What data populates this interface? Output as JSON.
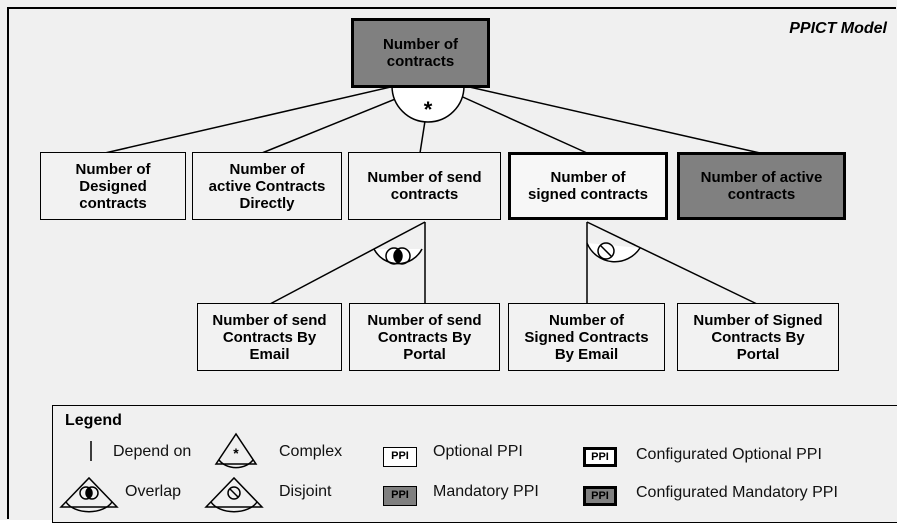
{
  "model_title": "PPICT Model",
  "root": {
    "label": "Number of\ncontracts",
    "kind": "configured-mandatory"
  },
  "root_operator": "*",
  "level1": [
    {
      "label": "Number of\nDesigned\ncontracts",
      "kind": "optional"
    },
    {
      "label": "Number of\nactive Contracts\nDirectly",
      "kind": "optional"
    },
    {
      "label": "Number of send\ncontracts",
      "kind": "optional"
    },
    {
      "label": "Number of\nsigned contracts",
      "kind": "configured"
    },
    {
      "label": "Number of active\ncontracts",
      "kind": "configured-mandatory"
    }
  ],
  "level2": [
    {
      "label": "Number of send\nContracts By\nEmail",
      "kind": "optional"
    },
    {
      "label": "Number of send\nContracts By\nPortal",
      "kind": "optional"
    },
    {
      "label": "Number of\nSigned Contracts\nBy Email",
      "kind": "optional"
    },
    {
      "label": "Number of Signed\nContracts By\nPortal",
      "kind": "optional"
    }
  ],
  "legend": {
    "title": "Legend",
    "depend_on": "Depend on",
    "complex": "Complex",
    "overlap": "Overlap",
    "disjoint": "Disjoint",
    "ppi_tag": "PPI",
    "optional_ppi": "Optional PPI",
    "mandatory_ppi": "Mandatory PPI",
    "configured_optional_ppi": "Configurated Optional PPI",
    "configured_mandatory_ppi": "Configurated Mandatory PPI"
  },
  "colors": {
    "mandatory_fill": "#808080",
    "optional_fill": "#f2f2f2",
    "background": "#f0f0f0"
  }
}
